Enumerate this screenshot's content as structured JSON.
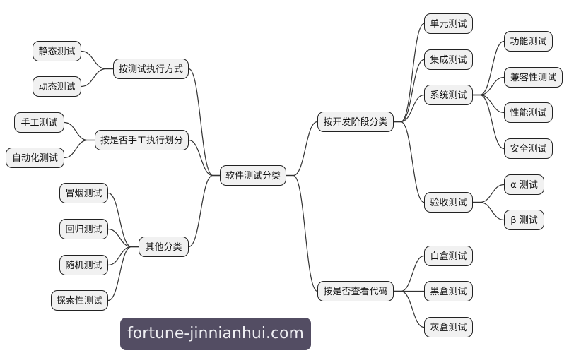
{
  "root": "软件测试分类",
  "left": [
    {
      "label": "按测试执行方式",
      "children": [
        "静态测试",
        "动态测试"
      ]
    },
    {
      "label": "按是否手工执行划分",
      "children": [
        "手工测试",
        "自动化测试"
      ]
    },
    {
      "label": "其他分类",
      "children": [
        "冒烟测试",
        "回归测试",
        "随机测试",
        "探索性测试"
      ]
    }
  ],
  "right": [
    {
      "label": "按开发阶段分类",
      "children": [
        {
          "label": "单元测试"
        },
        {
          "label": "集成测试"
        },
        {
          "label": "系统测试",
          "children": [
            "功能测试",
            "兼容性测试",
            "性能测试",
            "安全测试"
          ]
        },
        {
          "label": "验收测试",
          "children": [
            "α 测试",
            "β 测试"
          ]
        }
      ]
    },
    {
      "label": "按是否查看代码",
      "children": [
        {
          "label": "白盒测试"
        },
        {
          "label": "黑盒测试"
        },
        {
          "label": "灰盒测试"
        }
      ]
    }
  ],
  "watermark": "fortune-jinnianhui.com"
}
